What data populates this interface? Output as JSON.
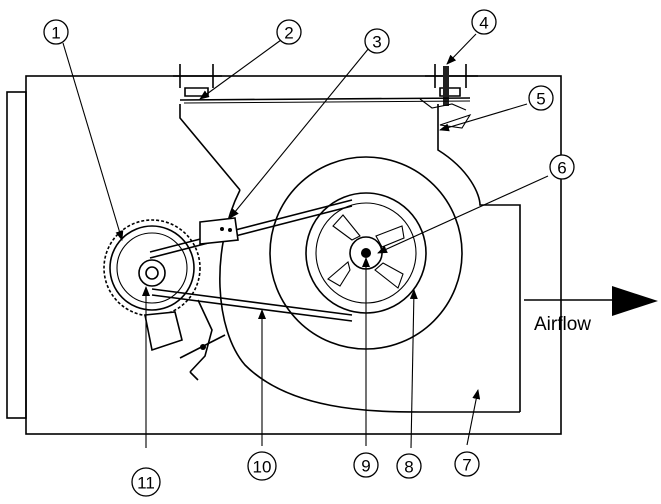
{
  "callouts": [
    "1",
    "2",
    "3",
    "4",
    "5",
    "6",
    "7",
    "8",
    "9",
    "10",
    "11"
  ],
  "airflow_label": "Airflow"
}
